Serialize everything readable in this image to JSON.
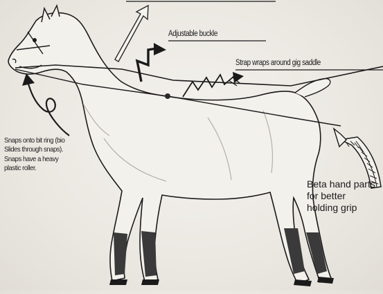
{
  "annotations": {
    "buckle": "Adjustable buckle",
    "strap": "Strap wraps around gig saddle",
    "snaps": "Snaps onto bit ring (bio Slides through snaps). Snaps have a heavy plastic roller.",
    "grip": "Beta hand parts for better holding grip"
  },
  "illustration": {
    "subject": "horse-in-side-view",
    "icons": [
      "up-arrow-icon",
      "zigzag-arrow-icon",
      "curly-arrow-icon",
      "curved-wide-arrow-icon"
    ]
  },
  "colors": {
    "background": "#ebe8e2",
    "ink": "#1a1a1a",
    "horse_body": "#f3f1ec",
    "dark_legs": "#3a3a3a"
  }
}
